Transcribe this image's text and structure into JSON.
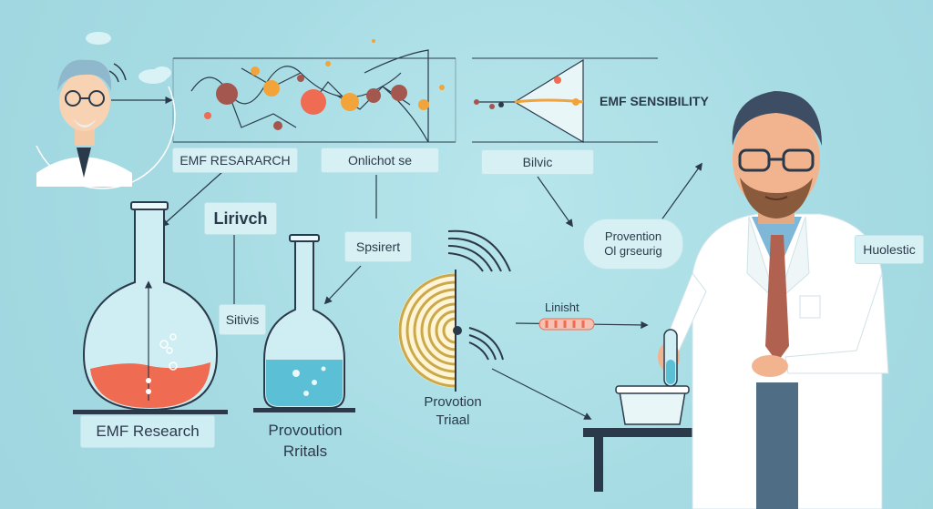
{
  "diagram": {
    "labels": {
      "emf_research_top": "EMF RESARARCH",
      "onlichot": "Onlichot se",
      "bilvic": "Bilvic",
      "emf_sensibility": "EMF SENSIBILITY",
      "lirivch": "Lirivch",
      "spsirert": "Spsirert",
      "sitivis": "Sitivis",
      "provention_line1": "Provention",
      "provention_line2": "Ol grseurig",
      "huolestic": "Huolestic",
      "linisht": "Linisht",
      "emf_research_bottom": "EMF Research",
      "provoution_rritals_line1": "Provoution",
      "provoution_rritals_line2": "Rritals",
      "provotion_triaal_line1": "Provotion",
      "provotion_triaal_line2": "Triaal"
    },
    "icons": [
      "scientist-avatar-icon",
      "network-graph-icon",
      "cone-graph-icon",
      "round-flask-icon",
      "tall-flask-icon",
      "signal-wave-icon",
      "scientist-icon",
      "test-tube-icon",
      "lab-table-icon",
      "cloud-icon"
    ],
    "colors": {
      "background": "#a9dfe6",
      "red_liquid": "#ef6b52",
      "blue_liquid": "#5bbfd6",
      "orange_node": "#f2a43a",
      "brown_node": "#a3574e",
      "navy": "#2b3a4a",
      "coat": "#ffffff",
      "tie": "#b06150",
      "gold_ring": "#c9a94a"
    }
  }
}
